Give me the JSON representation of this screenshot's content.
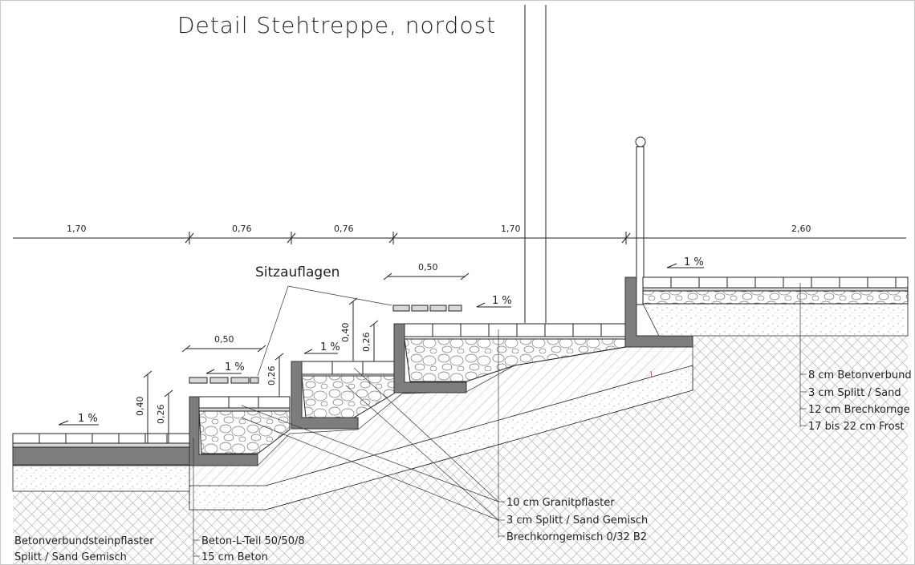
{
  "title": "Detail Stehtreppe, nordost",
  "dimensions": {
    "top": [
      "1,70",
      "0,76",
      "0,76",
      "1,70",
      "2,60"
    ],
    "seat_width_upper": "0,50",
    "seat_width_lower": "0,50",
    "height_left_total": "0,40",
    "height_left_step": "0,26",
    "height_mid_step": "0,26",
    "height_upper_total": "0,40",
    "height_upper_step": "0,26"
  },
  "slopes": {
    "left": "1 %",
    "seat_low": "1 %",
    "mid": "1 %",
    "upper": "1 %",
    "right": "1 %"
  },
  "labels": {
    "sitzauflagen": "Sitzauflagen"
  },
  "callouts": {
    "granite": [
      "10 cm Granitpflaster",
      "3 cm Splitt / Sand Gemisch",
      "Brechkorngemisch 0/32 B2"
    ],
    "right_layers": [
      "8 cm Betonverbund",
      "3 cm Splitt / Sand",
      "12 cm Brechkornge",
      "17 bis 22 cm Frost"
    ],
    "left_layers": [
      "Betonverbundsteinpflaster",
      "Splitt / Sand Gemisch"
    ],
    "wall": [
      "Beton-L-Teil 50/50/8",
      "15 cm Beton"
    ]
  }
}
